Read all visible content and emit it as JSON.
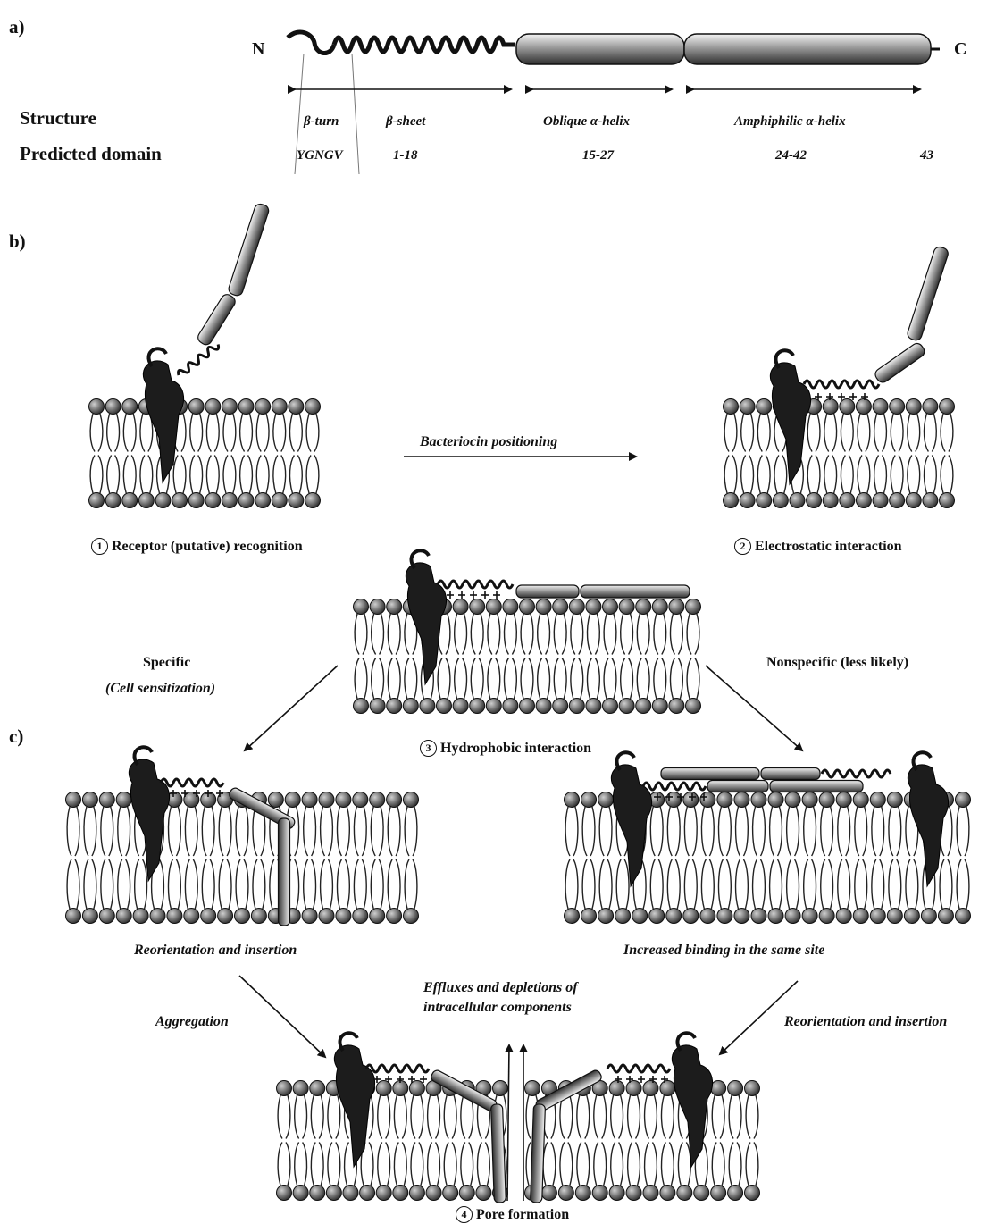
{
  "panels": {
    "a": "a)",
    "b": "b)",
    "c": "c)"
  },
  "terminals": {
    "n": "N",
    "c": "C"
  },
  "rows": {
    "structure": "Structure",
    "domain": "Predicted domain"
  },
  "structures": {
    "beta_turn": "β-turn",
    "beta_sheet": "β-sheet",
    "oblique": "Oblique α-helix",
    "amphiphilic": "Amphiphilic α-helix"
  },
  "domains": {
    "beta_turn": "YGNGV",
    "beta_sheet": "1-18",
    "oblique": "15-27",
    "amphiphilic": "24-42",
    "c_term": "43"
  },
  "steps": {
    "s1": {
      "num": "1",
      "text": "Receptor (putative) recognition"
    },
    "s2": {
      "num": "2",
      "text": "Electrostatic interaction"
    },
    "s3": {
      "num": "3",
      "text": "Hydrophobic interaction"
    },
    "s4": {
      "num": "4",
      "text": "Pore formation"
    }
  },
  "arrows": {
    "positioning": "Bacteriocin positioning",
    "specific": "Specific",
    "cell_sensitization": "(Cell sensitization)",
    "nonspecific": "Nonspecific (less likely)",
    "reorientation_left": "Reorientation and insertion",
    "increased_binding": "Increased binding in the same site",
    "aggregation": "Aggregation",
    "efflux_line1": "Effluxes and depletions of",
    "efflux_line2": "intracellular components",
    "reorientation_right": "Reorientation and insertion"
  }
}
